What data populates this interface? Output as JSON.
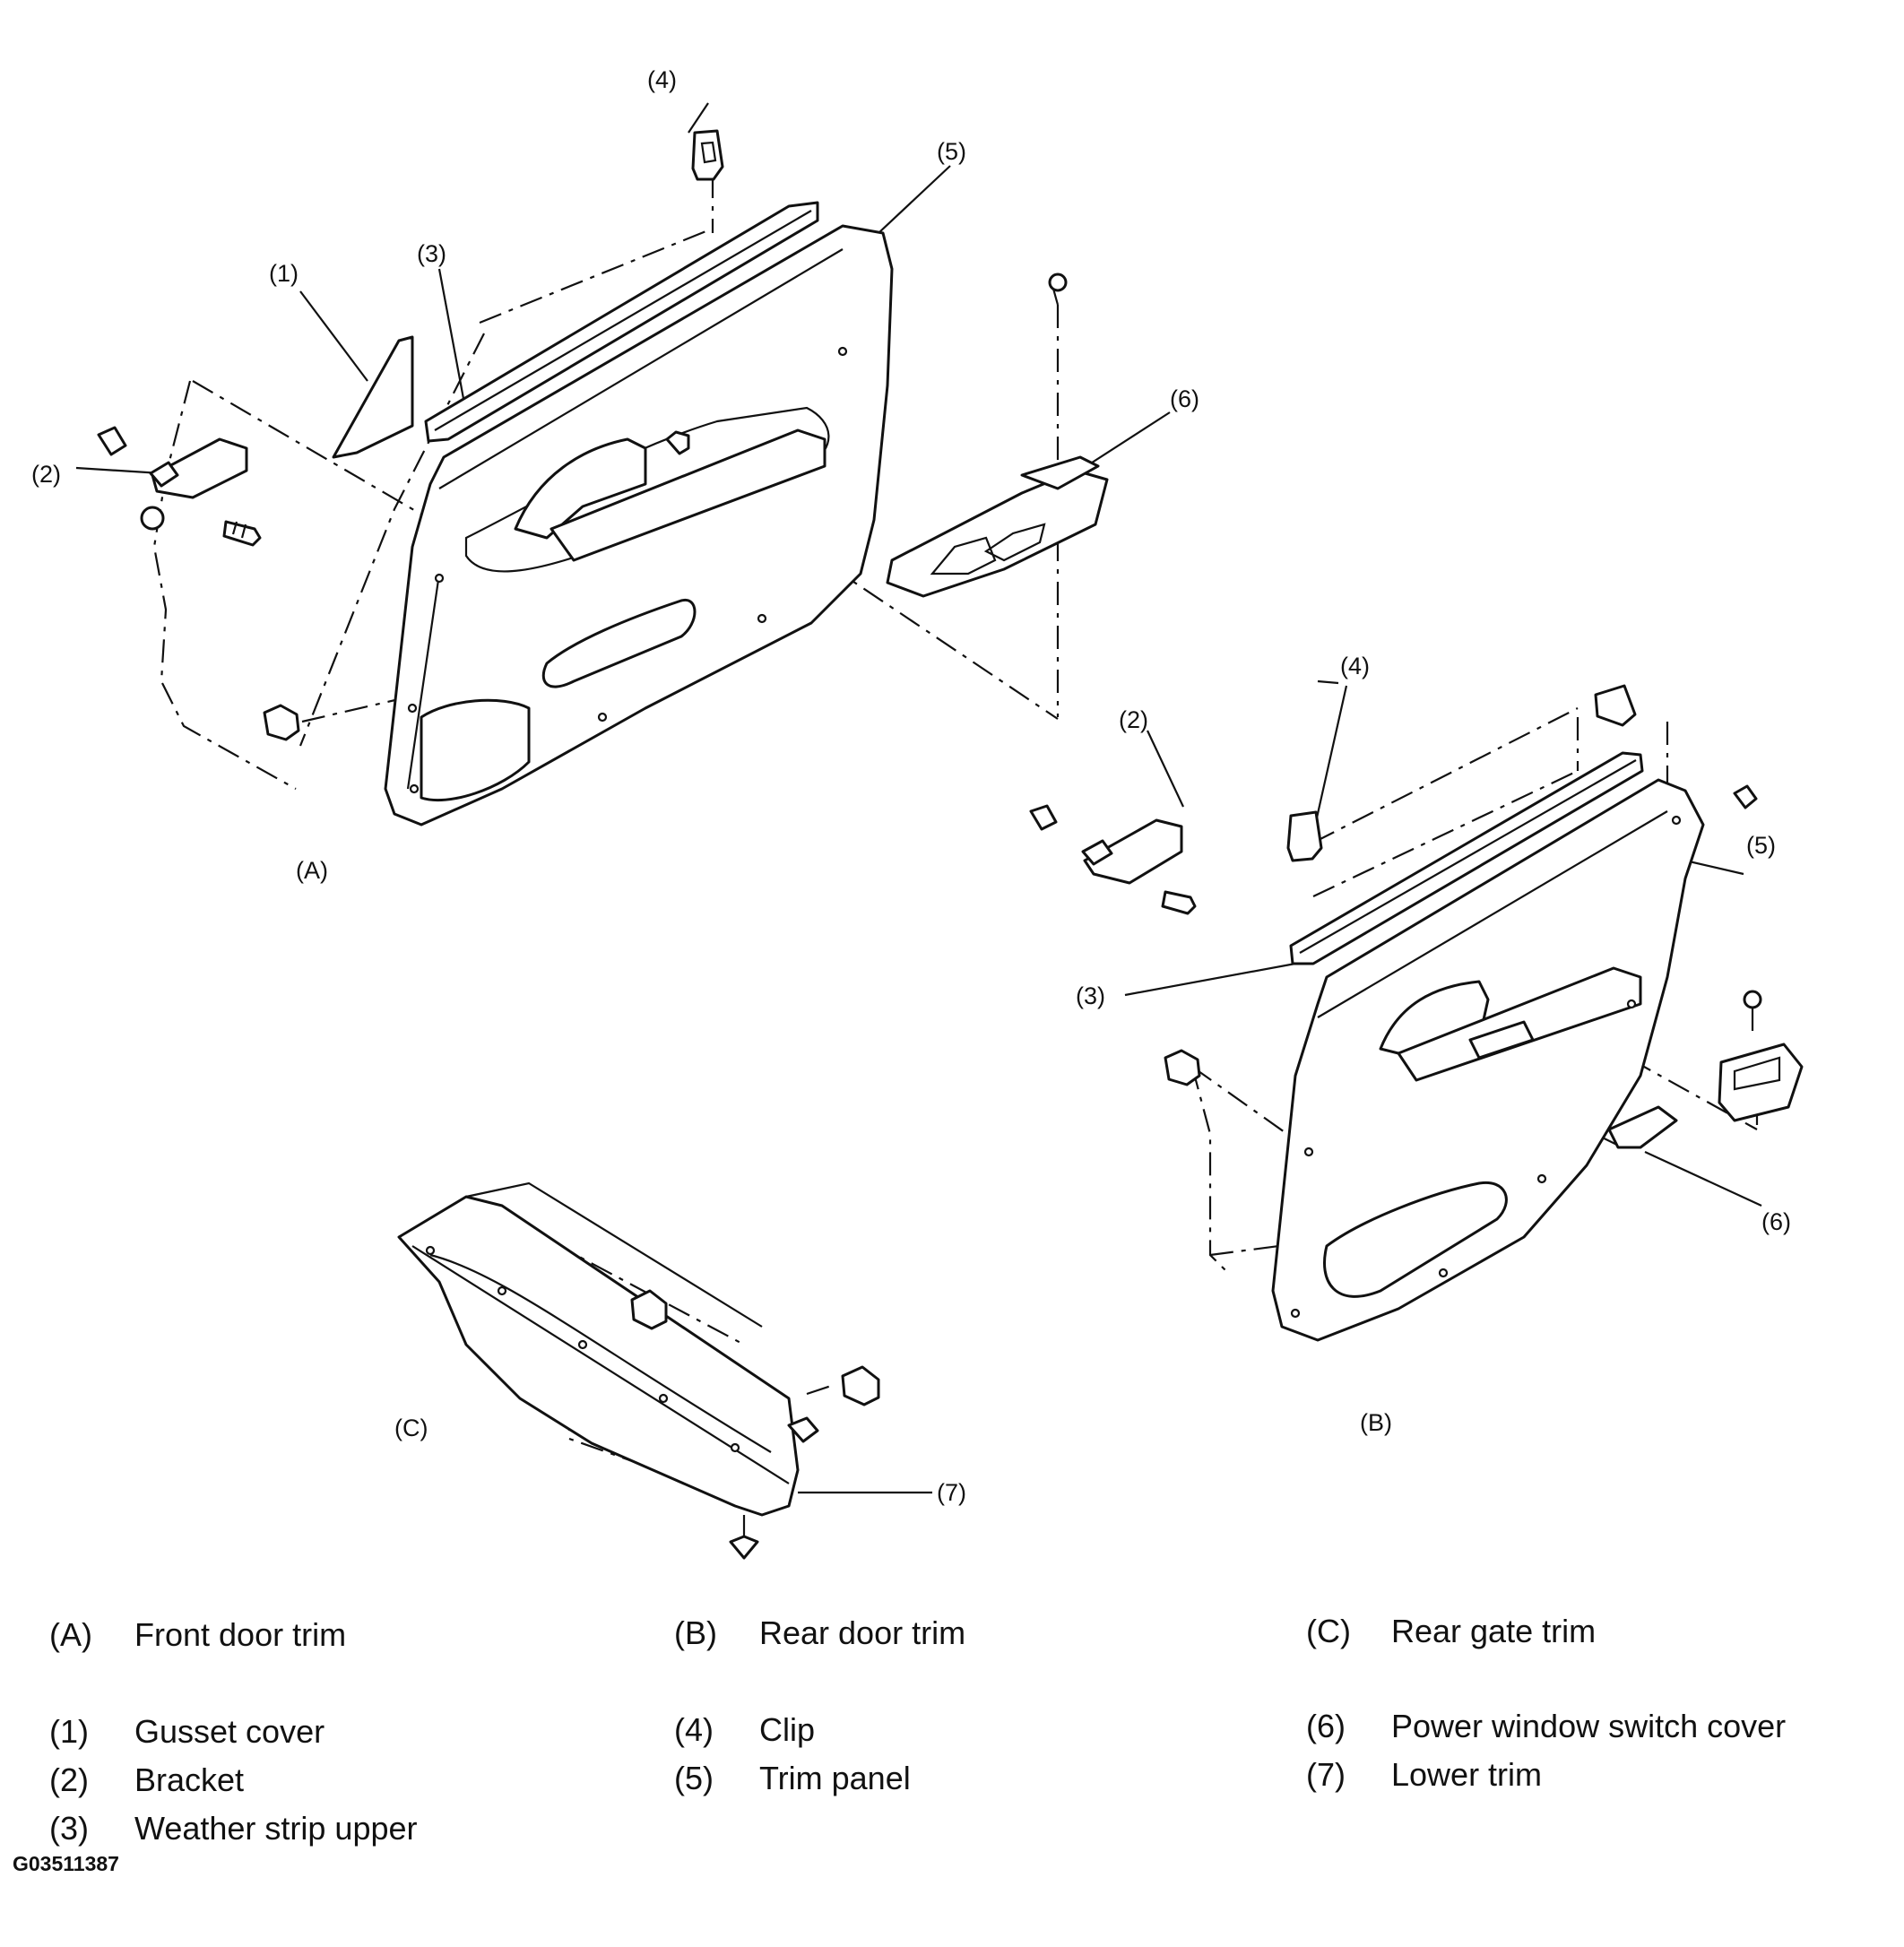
{
  "callouts": {
    "a_1": "(1)",
    "a_2": "(2)",
    "a_3": "(3)",
    "a_4": "(4)",
    "a_5": "(5)",
    "a_6": "(6)",
    "b_2": "(2)",
    "b_3": "(3)",
    "b_4": "(4)",
    "b_5": "(5)",
    "b_6": "(6)",
    "c_7": "(7)",
    "view_a": "(A)",
    "view_b": "(B)",
    "view_c": "(C)"
  },
  "legend": {
    "views": [
      {
        "code": "(A)",
        "label": "Front door trim"
      },
      {
        "code": "(B)",
        "label": "Rear door trim"
      },
      {
        "code": "(C)",
        "label": "Rear gate trim"
      }
    ],
    "parts": [
      {
        "code": "(1)",
        "label": "Gusset cover"
      },
      {
        "code": "(2)",
        "label": "Bracket"
      },
      {
        "code": "(3)",
        "label": "Weather strip upper"
      },
      {
        "code": "(4)",
        "label": "Clip"
      },
      {
        "code": "(5)",
        "label": "Trim panel"
      },
      {
        "code": "(6)",
        "label": "Power window switch cover"
      },
      {
        "code": "(7)",
        "label": "Lower trim"
      }
    ]
  },
  "figure_code": "G03511387"
}
